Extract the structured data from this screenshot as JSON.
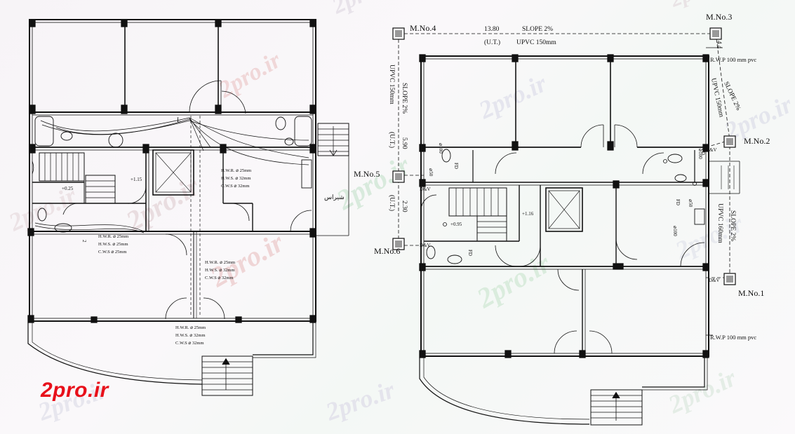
{
  "watermark": {
    "text": "2pro.ir",
    "color": "#c9c2cc"
  },
  "brand": {
    "logo_text": "2pro.ir",
    "color": "#e8101a"
  },
  "left_plan": {
    "toilet_label": "L",
    "pipes_upper": [
      "H.W.R. ⌀ 25mm",
      "H.W.S. ⌀ 32mm",
      "C.W.S ⌀ 32mm"
    ],
    "pipes_mid": [
      "H.W.R. ⌀ 25mm",
      "H.W.S. ⌀ 25mm",
      "C.W.S ⌀ 25mm"
    ],
    "pipes_right": [
      "H.W.R. ⌀ 25mm",
      "H.W.S. ⌀ 32mm",
      "C.W.S ⌀ 32mm"
    ],
    "pipes_bottom": [
      "H.W.R. ⌀ 25mm",
      "H.W.S. ⌀ 32mm",
      "C.W.S ⌀ 32mm"
    ],
    "level_stair": "+1.15",
    "level_floor": "+0.25",
    "corridor_label": "شیراس",
    "number_label": "2"
  },
  "right_plan": {
    "manholes": [
      "M.No.1",
      "M.No.2",
      "M.No.3",
      "M.No.4",
      "M.No.5",
      "M.No.6"
    ],
    "top_pipe": {
      "length": "13.80",
      "slope": "SLOPE 2%",
      "ut": "(U.T.)",
      "material": "UPVC 150mm"
    },
    "left_pipe_upper": {
      "slope": "SLOPE 2%",
      "material": "UPVC 150mm"
    },
    "left_pipe_dims": {
      "length1": "5.90",
      "ut": "(U.T.)",
      "length2": "2.30",
      "ut2": "(U.T.)"
    },
    "right_pipe_upper": {
      "slope": "SLOPE 2%",
      "material": "UPVC 150mm"
    },
    "right_pipe_lower": {
      "slope": "SLOPE 2%",
      "material": "UPVC 160mm"
    },
    "right_dim": "4.4",
    "rwp_top": "R.W.P 100 mm pvc",
    "rwp_bottom": "R.W.P 100 mm pvc",
    "level_stair": "+1.16",
    "level_floor": "+0.95",
    "fd_labels": [
      "FD",
      "FD",
      "FD",
      "FD"
    ],
    "dia_labels": [
      "⌀100",
      "⌀50",
      "⌀100",
      "⌀50",
      "⌀100"
    ],
    "dv_labels": [
      "D&V",
      "D&V",
      "D&V",
      "D&V"
    ]
  }
}
